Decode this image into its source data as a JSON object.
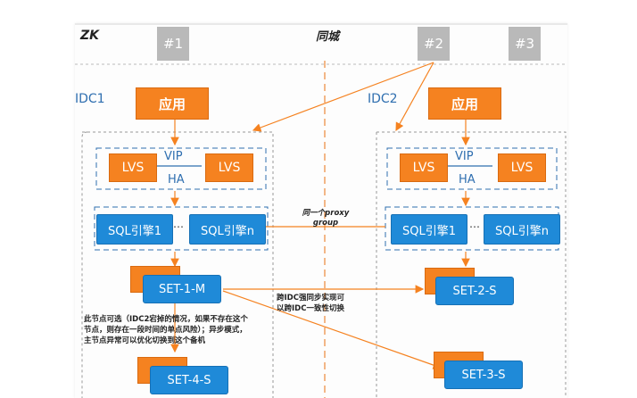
{
  "header": {
    "zk": "ZK",
    "title": "同城"
  },
  "zones": [
    "#1",
    "#2",
    "#3"
  ],
  "idc": {
    "left": "IDC1",
    "right": "IDC2"
  },
  "app_label": "应用",
  "lvs_label": "LVS",
  "vip_label": "VIP",
  "ha_label": "HA",
  "sql": {
    "engine1": "SQL引擎1",
    "engineN": "SQL引擎n",
    "ellipsis": "…"
  },
  "proxy_note": {
    "line1": "同一个proxy",
    "line2": "group"
  },
  "sync_note": {
    "line1": "跨IDC强同步实现可",
    "line2": "以跨IDC一致性切换"
  },
  "sets": {
    "m": "SET-1-M",
    "s2": "SET-2-S",
    "s3": "SET-3-S",
    "s4": "SET-4-S"
  },
  "left_note": {
    "line1": "此节点可选（IDC2宕掉的情况，如果不存在这个",
    "line2": "节点，则存在一段时间的单点风险）；异步模式，",
    "line3": "主节点异常可以优化切换到这个备机"
  },
  "colors": {
    "orange": "#f58220",
    "blue": "#1f8ad8",
    "dash_blue": "#2f6fb0",
    "arrow": "#f58220"
  }
}
